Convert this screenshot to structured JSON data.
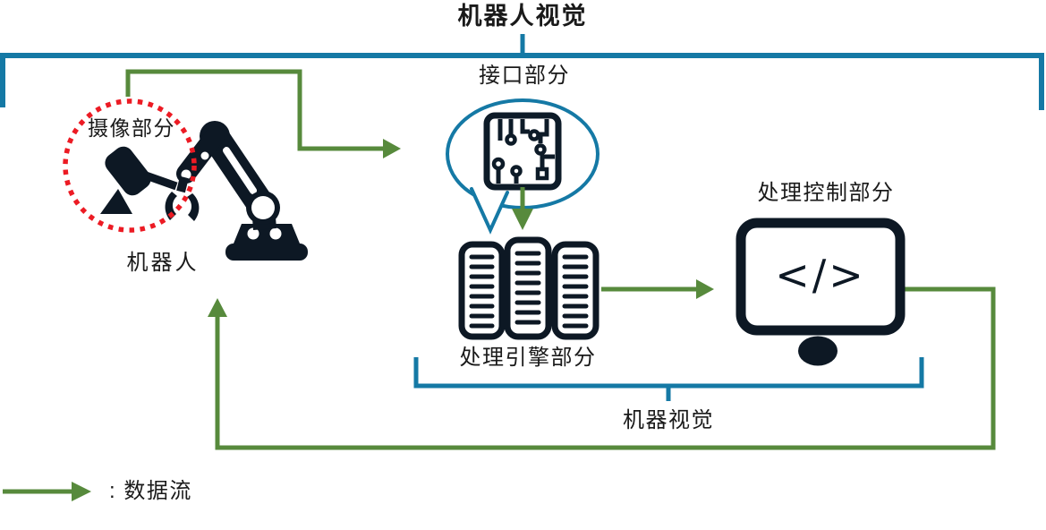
{
  "diagram": {
    "title": "机器人视觉",
    "nodes": {
      "robot": {
        "label": "机器人",
        "camera_label": "摄像部分",
        "icon": "robot-arm-icon",
        "camera_icon": "cctv-camera-icon",
        "highlight": "red-dotted-circle"
      },
      "interface": {
        "label": "接口部分",
        "icon": "circuit-board-icon",
        "container": "speech-bubble"
      },
      "engine": {
        "label": "处理引擎部分",
        "icon": "server-stack-icon"
      },
      "control": {
        "label": "处理控制部分",
        "icon": "monitor-icon",
        "screen_glyph": "</>"
      }
    },
    "brackets": {
      "bottom_label": "机器视觉"
    },
    "legend": {
      "label": ": 数据流",
      "icon": "data-flow-arrow"
    },
    "colors": {
      "teal": "#1579A5",
      "green": "#578A3C",
      "red": "#EC1B24",
      "icon_dark": "#0D1824",
      "text": "#1A1A1A"
    }
  }
}
